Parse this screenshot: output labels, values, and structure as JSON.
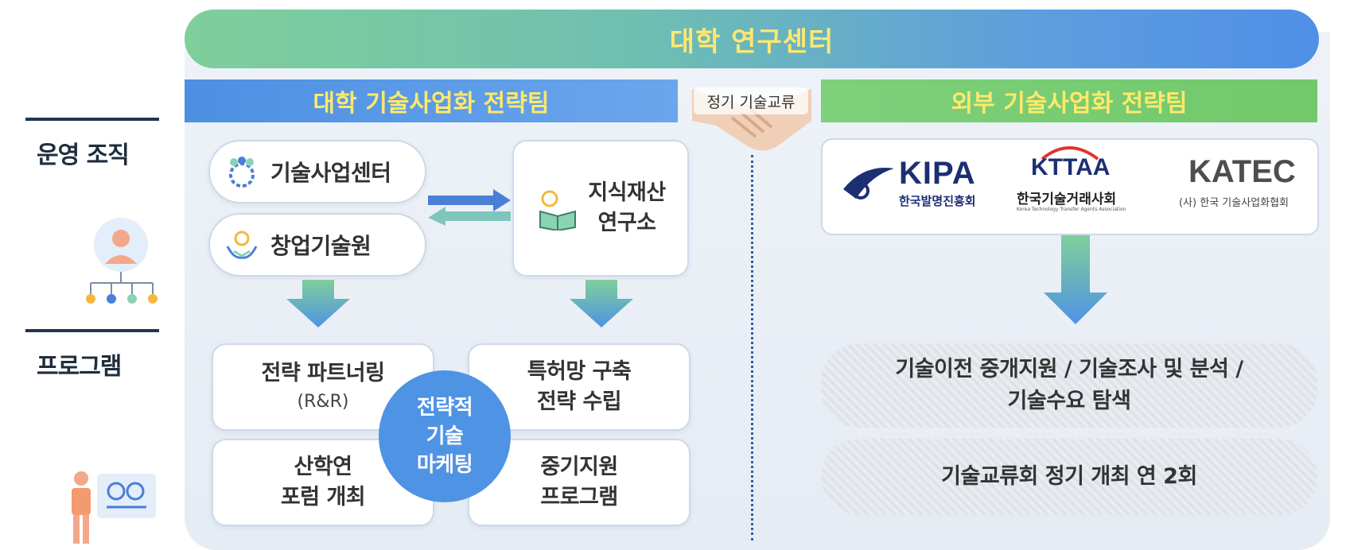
{
  "sidebar": {
    "operating_org": "운영 조직",
    "program": "프로그램"
  },
  "header": {
    "title": "대학 연구센터"
  },
  "teams": {
    "university": "대학 기술사업화 전략팀",
    "external": "외부 기술사업화 전략팀",
    "exchange": "정기 기술교류"
  },
  "units": {
    "tech_center": "기술사업센터",
    "startup": "창업기술원",
    "ip_institute_line1": "지식재산",
    "ip_institute_line2": "연구소"
  },
  "programs_left": {
    "partnering_line1": "전략 파트너링",
    "partnering_line2": "(R&R)",
    "patent_line1": "특허망 구축",
    "patent_line2": "전략 수립",
    "forum_line1": "산학연",
    "forum_line2": "포럼 개최",
    "sme_line1": "중기지원",
    "sme_line2": "프로그램",
    "marketing_line1": "전략적",
    "marketing_line2": "기술",
    "marketing_line3": "마케팅"
  },
  "logos": {
    "kipa_name": "KIPA",
    "kipa_sub": "한국발명진흥회",
    "kttaa_name": "KTTAA",
    "kttaa_sub": "한국기술거래사회",
    "kttaa_en": "Korea Technology Transfer Agents Association",
    "katec_name": "KATEC",
    "katec_sub": "(사) 한국 기술사업화협회"
  },
  "programs_right": {
    "band1_line1": "기술이전 중개지원 / 기술조사 및 분석 /",
    "band1_line2": "기술수요 탐색",
    "band2": "기술교류회 정기 개최 연 2회"
  },
  "colors": {
    "banner_start": "#7fcf9b",
    "banner_end": "#4f8fe6",
    "team_left": "#4d8fe2",
    "team_right": "#7ed07a",
    "label_yellow": "#ffe96a",
    "marketing_blue": "#4f93e4"
  }
}
